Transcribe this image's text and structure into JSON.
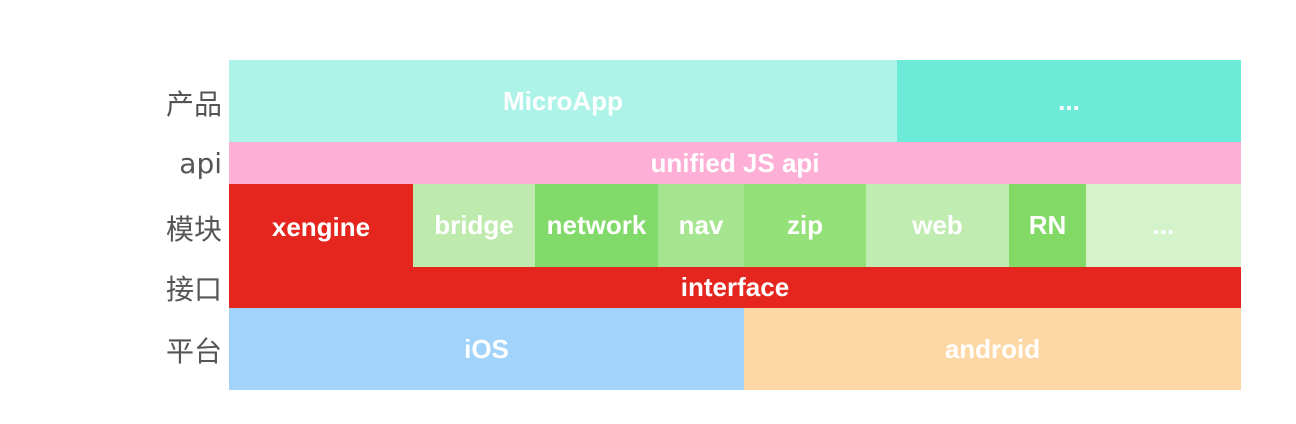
{
  "row_labels": {
    "product": "产品",
    "api": "api",
    "module": "模块",
    "interface": "接口",
    "platform": "平台"
  },
  "product": {
    "microapp": "MicroApp",
    "more": "..."
  },
  "api": {
    "unified": "unified JS api"
  },
  "modules": {
    "xengine": "xengine",
    "bridge": "bridge",
    "network": "network",
    "nav": "nav",
    "zip": "zip",
    "web": "web",
    "rn": "RN",
    "more": "..."
  },
  "interface": {
    "label": "interface"
  },
  "platform": {
    "ios": "iOS",
    "android": "android"
  },
  "colors": {
    "microapp": "#adf3e7",
    "product_more": "#6eead8",
    "api": "#fdafd5",
    "xengine": "#e4261e",
    "bridge": "#bfeaae",
    "network": "#82da6a",
    "nav": "#a6e590",
    "zip": "#95e179",
    "web": "#c1ecb1",
    "rn": "#83d965",
    "module_more": "#d5f3cb",
    "interface": "#e4261e",
    "ios": "#a2d4fb",
    "android": "#fdd8a6"
  }
}
